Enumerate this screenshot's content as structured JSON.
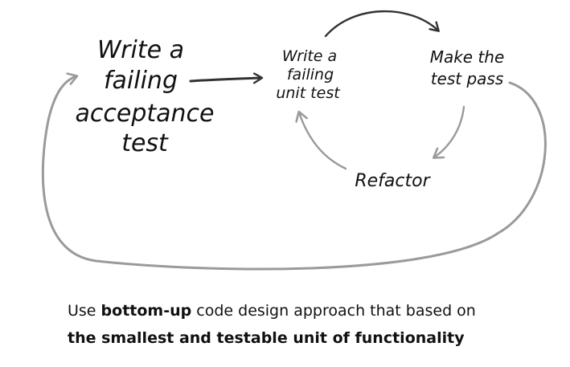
{
  "diagram": {
    "nodes": {
      "acceptance": {
        "lines": [
          "Write a",
          "failing",
          "acceptance",
          "test"
        ]
      },
      "unit": {
        "lines": [
          "Write a",
          "failing",
          "unit test"
        ]
      },
      "pass": {
        "lines": [
          "Make the",
          "test pass"
        ]
      },
      "refactor": {
        "lines": [
          "Refactor"
        ]
      }
    },
    "colors": {
      "ink": "#111111",
      "dark_arrow": "#333333",
      "light_arrow": "#9a9a9a"
    }
  },
  "caption": {
    "part1": "Use ",
    "bold1": "bottom-up",
    "part2": " code design approach that based on",
    "bold2": "the smallest and testable unit of functionality"
  }
}
